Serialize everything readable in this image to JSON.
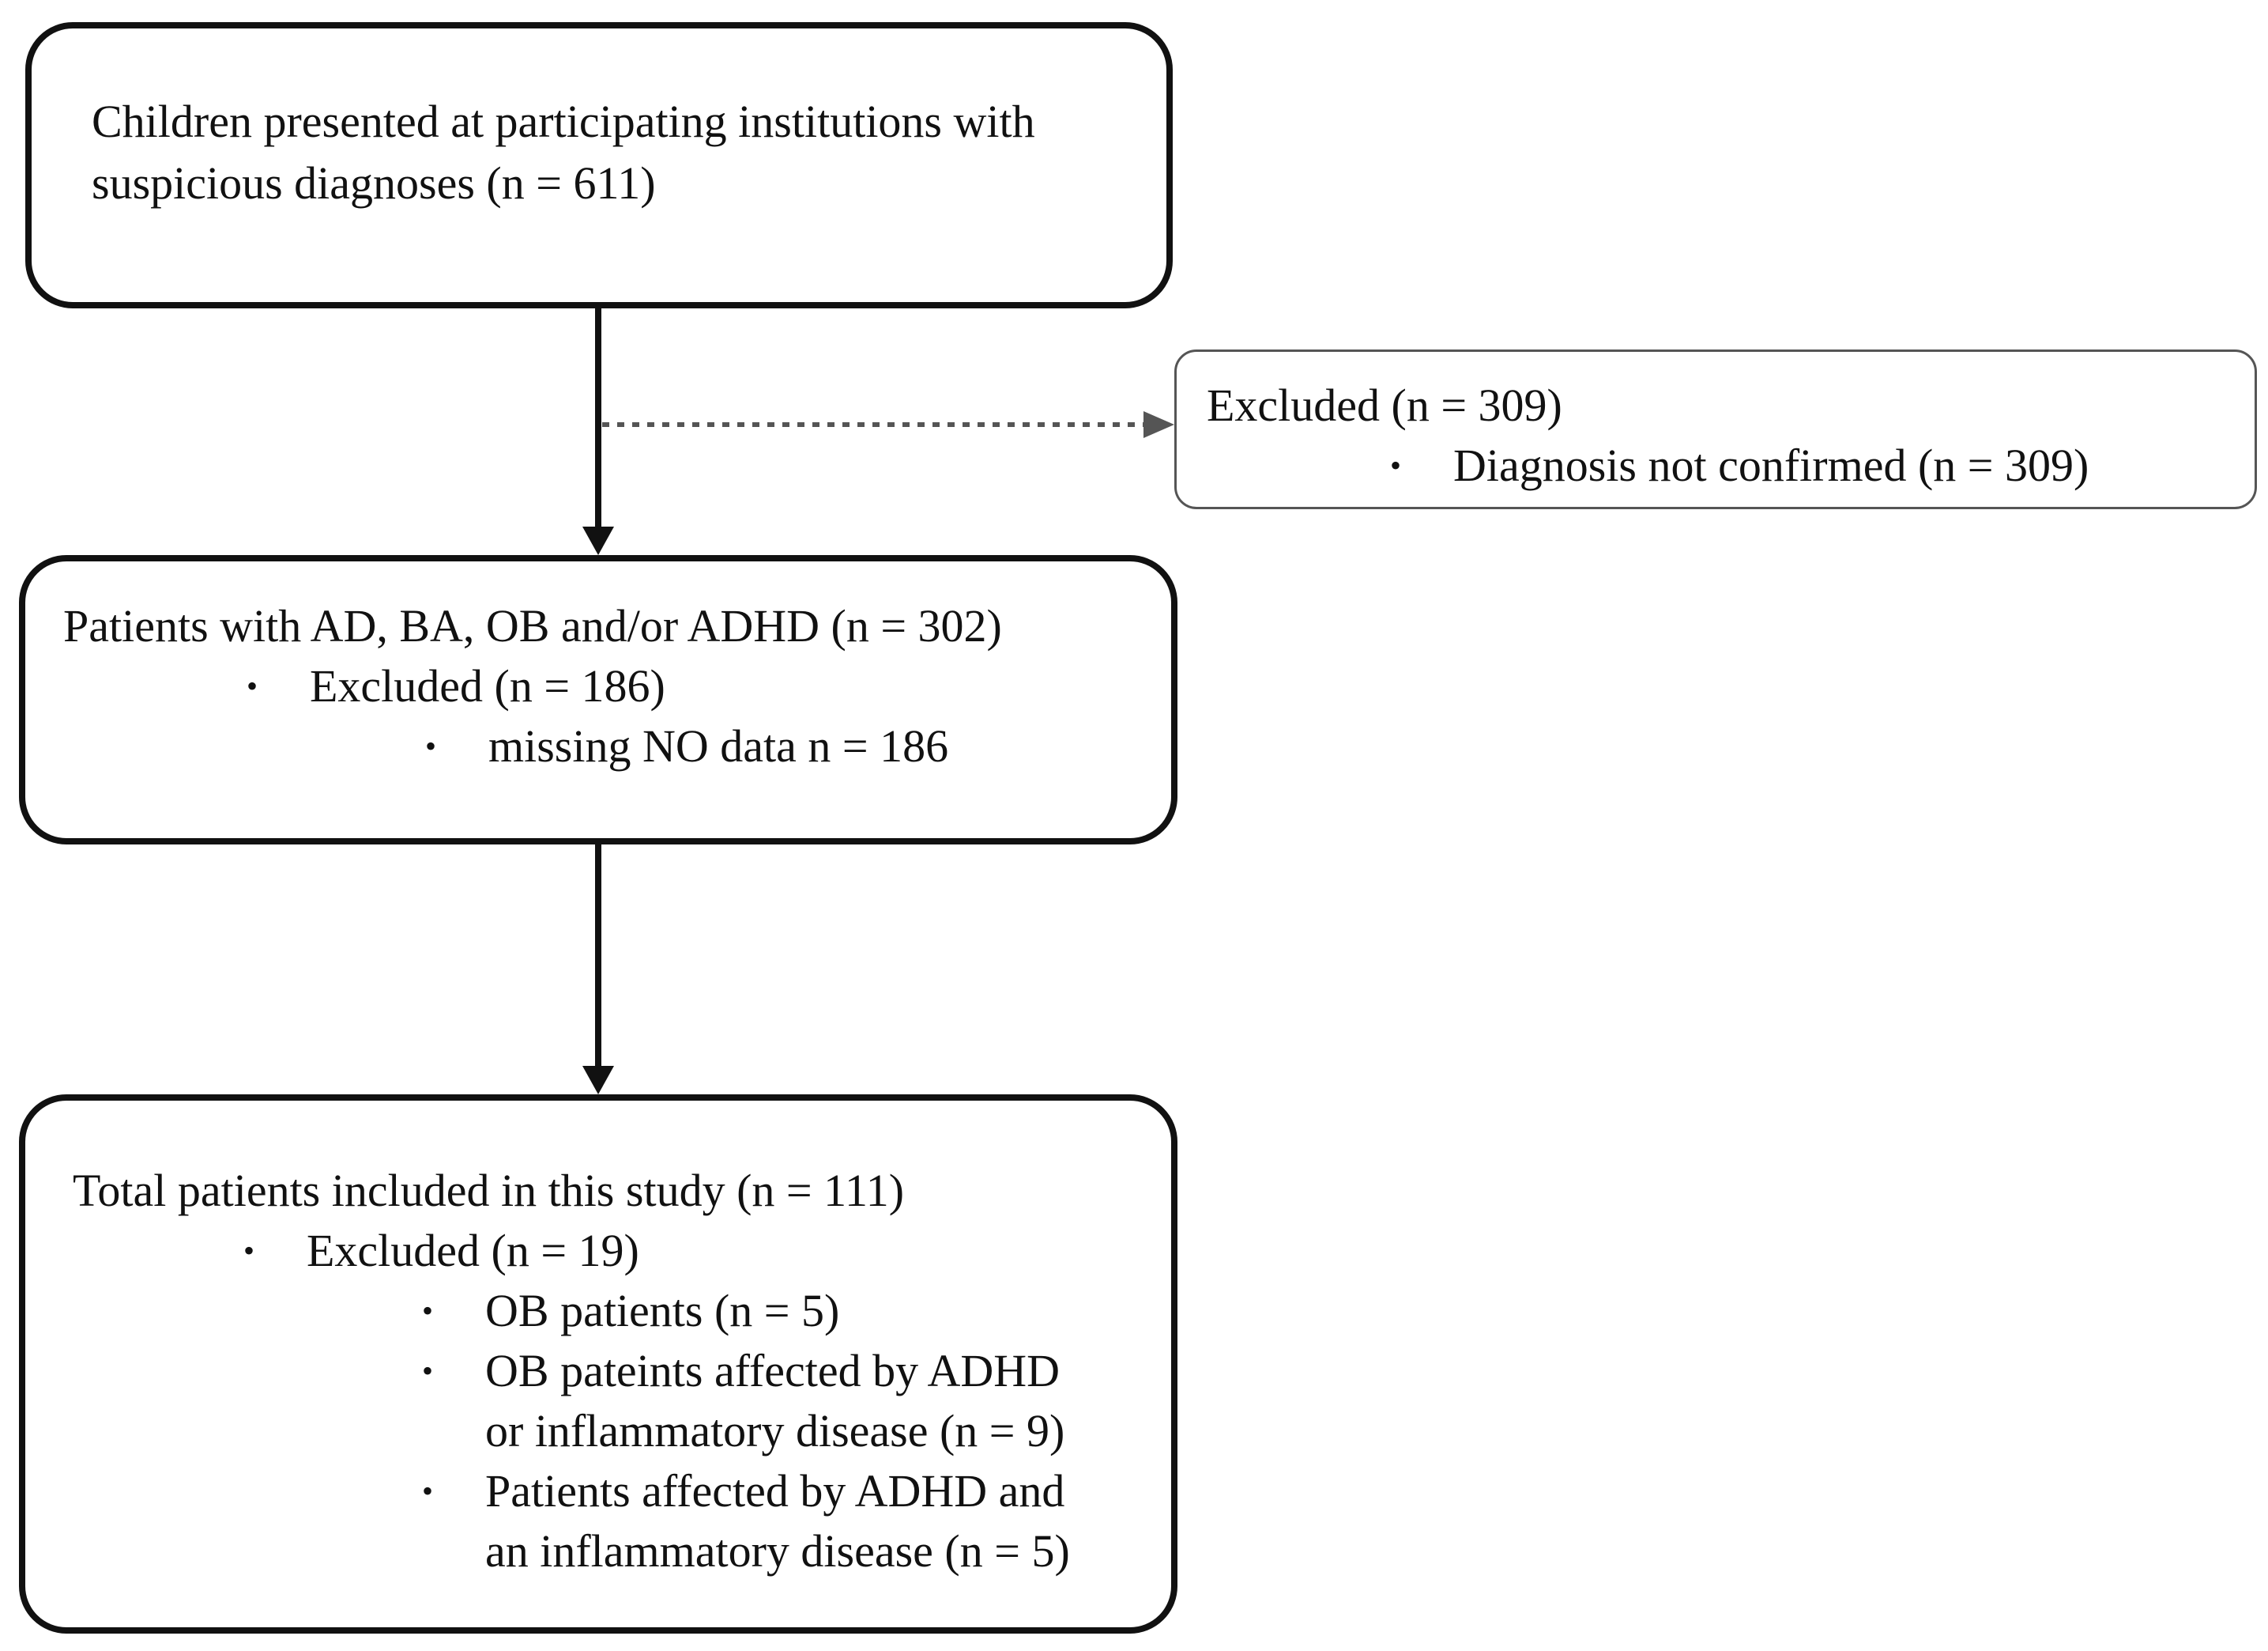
{
  "flow": {
    "box1": {
      "line1": "Children  presented at participating institutions with",
      "line2": "suspicious diagnoses (n = 611)"
    },
    "excluded_side": {
      "title": "Excluded  (n = 309)",
      "item1": "Diagnosis not confirmed  (n = 309)"
    },
    "box2": {
      "title": "Patients with AD, BA,  OB and/or ADHD  (n = 302)",
      "excluded": "Excluded  (n = 186)",
      "item1": "missing NO data n = 186"
    },
    "box3": {
      "title": "Total patients included in this study (n = 111)",
      "excluded": "Excluded  (n = 19)",
      "item1": "OB  patients (n = 5)",
      "item2_line1": "OB  pateints affected by ADHD",
      "item2_line2": "or inflammatory   disease (n = 9)",
      "item3_line1": "Patients affected by ADHD  and",
      "item3_line2": "an inflammatory   disease (n = 5)"
    },
    "bullet_glyph": "•"
  }
}
